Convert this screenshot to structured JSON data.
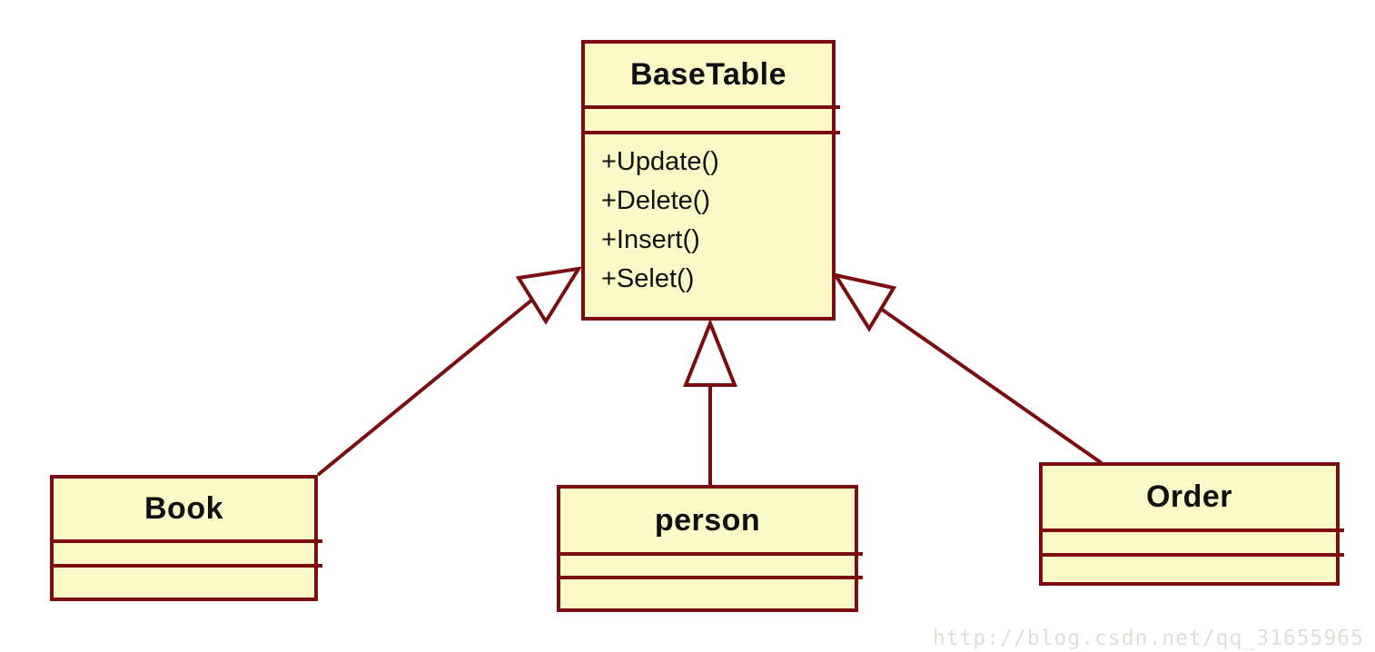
{
  "diagram": {
    "type": "uml-class-diagram",
    "classes": [
      {
        "id": "basetable",
        "name": "BaseTable",
        "attributes": [],
        "methods": [
          "+Update()",
          "+Delete()",
          "+Insert()",
          "+Selet()"
        ]
      },
      {
        "id": "book",
        "name": "Book",
        "attributes": [],
        "methods": []
      },
      {
        "id": "person",
        "name": "person",
        "attributes": [],
        "methods": []
      },
      {
        "id": "order",
        "name": "Order",
        "attributes": [],
        "methods": []
      }
    ],
    "relationships": [
      {
        "from": "Book",
        "to": "BaseTable",
        "type": "generalization"
      },
      {
        "from": "person",
        "to": "BaseTable",
        "type": "generalization"
      },
      {
        "from": "Order",
        "to": "BaseTable",
        "type": "generalization"
      }
    ],
    "colors": {
      "box_fill": "#FCF9C9",
      "box_border": "#7B0C10",
      "text": "#101010",
      "watermark": "#E0DED8"
    },
    "watermark": "http://blog.csdn.net/qq_31655965"
  }
}
